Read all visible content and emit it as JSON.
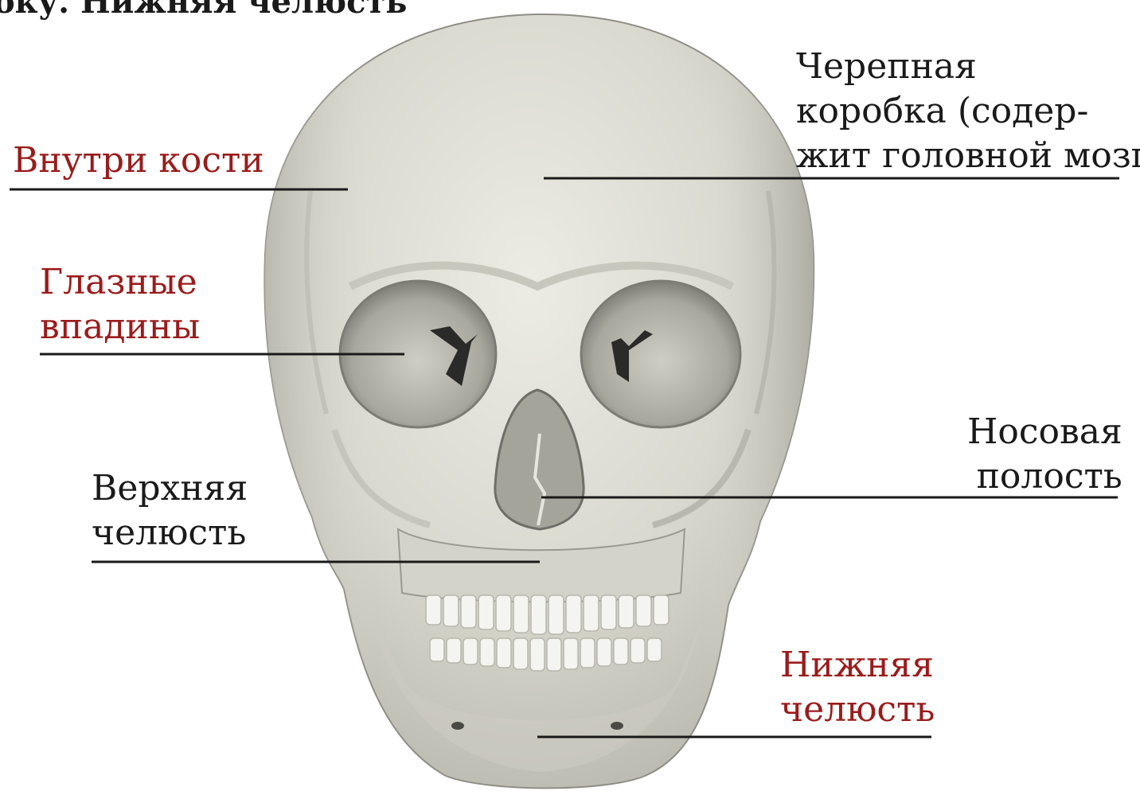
{
  "header": {
    "title": "оку. Нижняя челюсть"
  },
  "labels": {
    "cranium": "Черепная\nкоробка (содер-\nжит головной мозг)",
    "inside_bone": "Внутри кости",
    "eye_sockets": "Глазные\nвпадины",
    "nasal_cavity": "Носовая\nполость",
    "upper_jaw": "Верхняя\nчелюсть",
    "lower_jaw": "Нижняя\nчелюсть"
  },
  "colors": {
    "black_label": "#1a1a1a",
    "red_label": "#9b1b1b",
    "leader_line": "#1a1a1a",
    "bone": "#dcdbd2",
    "bone_shadow": "#a9a89e",
    "socket_dark": "#5d5c55",
    "teeth": "#f4f4f0"
  },
  "image": {
    "subject": "skull-front-view"
  }
}
